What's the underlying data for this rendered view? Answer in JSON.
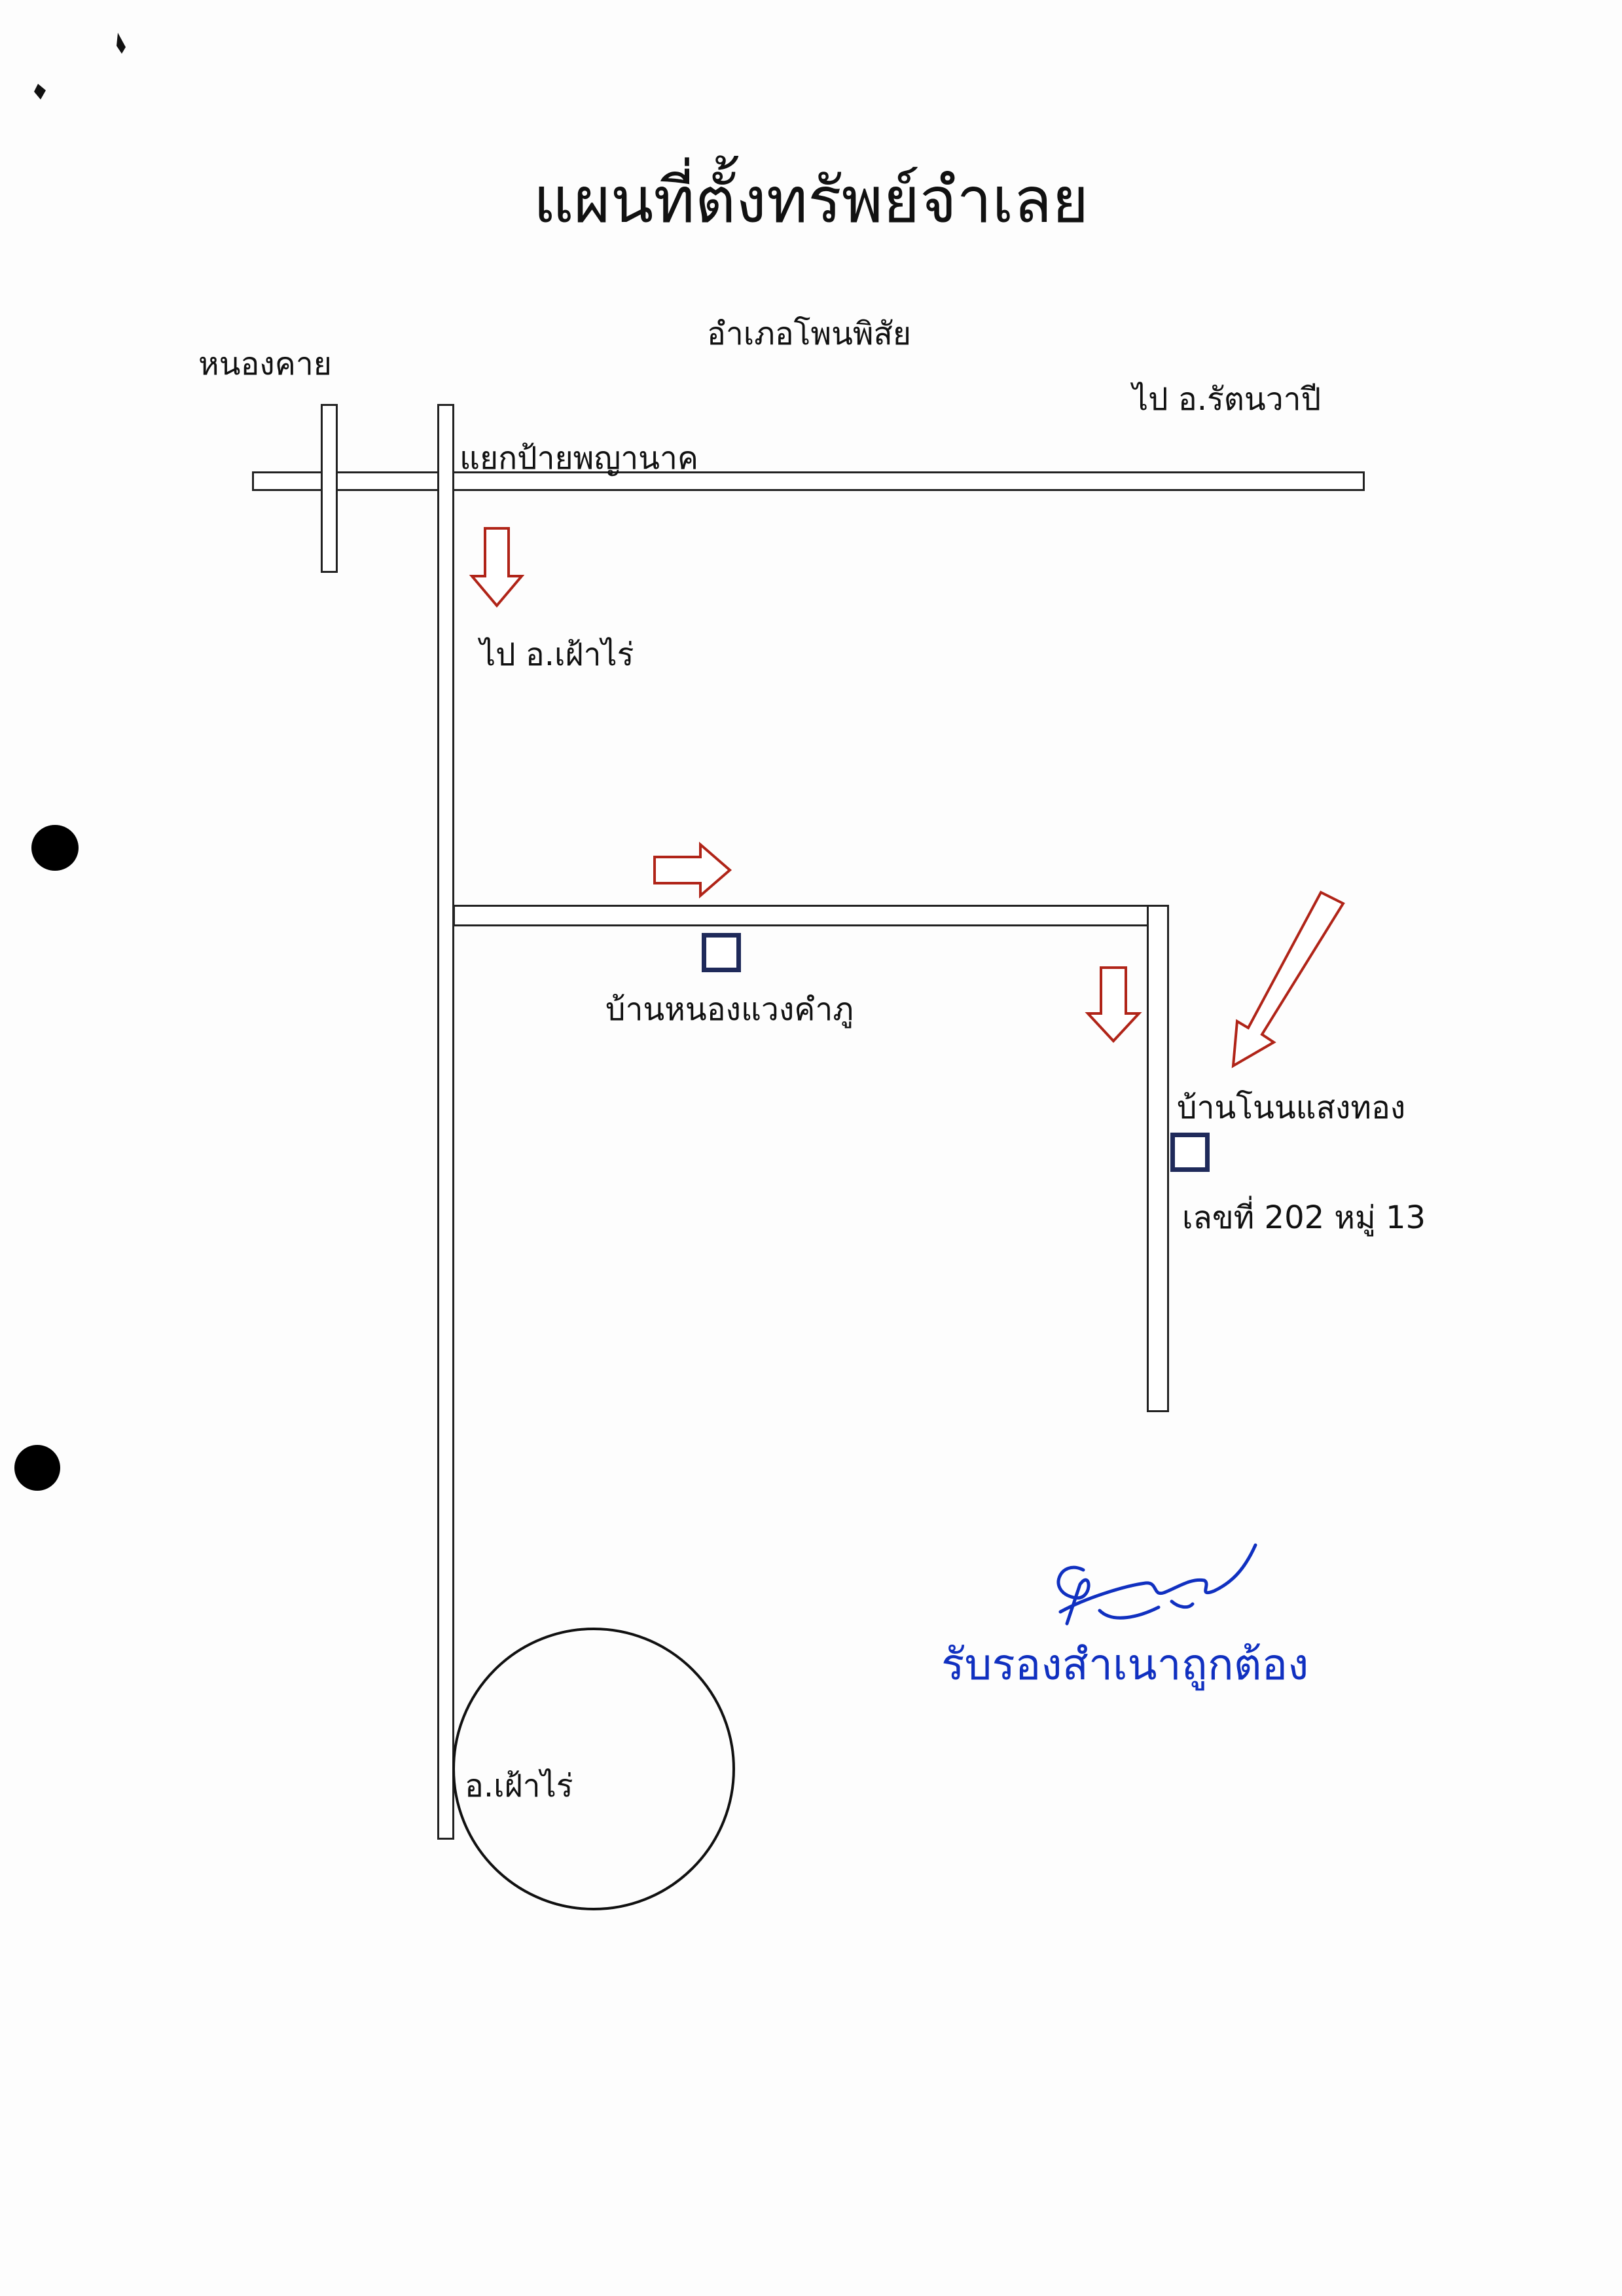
{
  "title": "แผนที่ตั้งทรัพย์จำเลย",
  "places": {
    "district_phon_phisai": "อำเภอโพนพิสัย",
    "nong_khai": "หนองคาย",
    "to_rattanawapi": "ไป อ.รัตนวาปี",
    "junction": "แยกป้ายพญานาค",
    "to_fao_rai": "ไป อ.เฝ้าไร่",
    "village_nong_waeng": "บ้านหนองแวงคำภู",
    "village_non_saeng_thong": "บ้านโนนแสงทอง",
    "house_number": "เลขที่ 202 หมู่ 13",
    "fao_rai_district": "อ.เฝ้าไร่"
  },
  "certification": {
    "stamp_text": "รับรองสำเนาถูกต้อง"
  },
  "colors": {
    "arrow": "#b02418",
    "stamp": "#1030c0",
    "marker": "#1f2a5a",
    "road_outline": "#222222"
  }
}
